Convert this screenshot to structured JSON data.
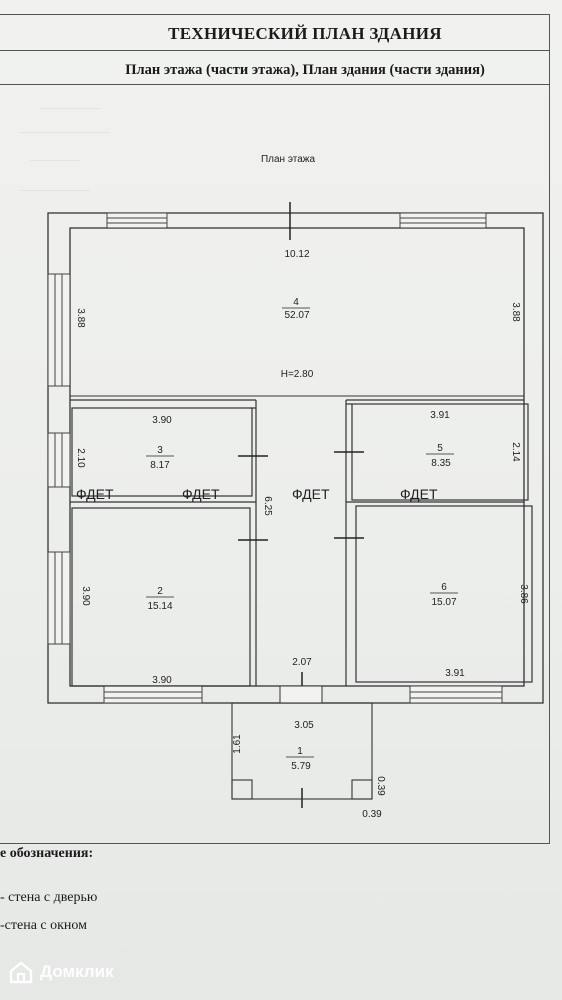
{
  "header": {
    "title": "ТЕХНИЧЕСКИЙ ПЛАН ЗДАНИЯ",
    "subtitle": "План этажа (части этажа), План здания (части здания)"
  },
  "plan": {
    "caption": "План этажа",
    "height_label": "H=2.80",
    "rooms": [
      {
        "number": "1",
        "area": "5.79"
      },
      {
        "number": "2",
        "area": "15.14"
      },
      {
        "number": "3",
        "area": "8.17"
      },
      {
        "number": "4",
        "area": "52.07"
      },
      {
        "number": "5",
        "area": "8.35"
      },
      {
        "number": "6",
        "area": "15.07"
      }
    ],
    "dimensions": {
      "top_width": "10.12",
      "hall_left": "3.88",
      "hall_right": "3.88",
      "room3_width": "3.90",
      "room3_height": "2.10",
      "room5_width": "3.91",
      "room5_height": "2.14",
      "corridor_length": "6.25",
      "room2_height": "3.90",
      "room2_width": "3.90",
      "room6_height": "3.86",
      "room6_width": "3.91",
      "corridor_width": "2.07",
      "porch_width": "3.05",
      "porch_height": "1.61",
      "porch_corner_v": "0.39",
      "porch_corner_h": "0.39"
    }
  },
  "legend": {
    "title": "е обозначения:",
    "door": "- стена с дверью",
    "window": "-стена с окном"
  },
  "watermark": {
    "logo": "Домклик",
    "mark": "ФДЕТ"
  }
}
